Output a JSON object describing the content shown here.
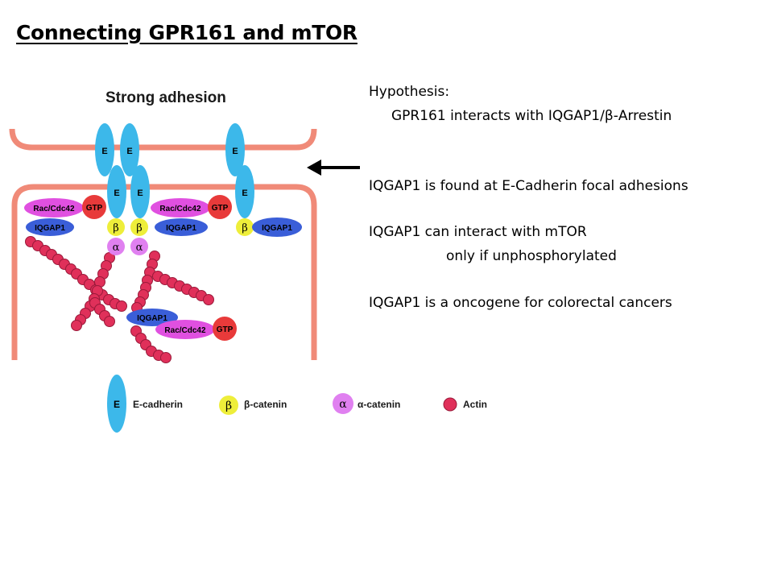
{
  "slide": {
    "title": "Connecting GPR161 and mTOR"
  },
  "diagram": {
    "heading": "Strong adhesion",
    "labels": {
      "ecad": "E",
      "beta": "β",
      "alpha": "α",
      "iqgap1": "IQGAP1",
      "rac": "Rac/Cdc42",
      "gtp": "GTP"
    },
    "colors": {
      "membrane": "#f08a78",
      "ecadherin": "#3cb8ea",
      "beta_catenin": "#eeee3a",
      "alpha_catenin": "#e080f0",
      "iqgap1": "#3a5ed8",
      "rac": "#e050e0",
      "gtp": "#e83a3a",
      "actin": "#e0305a"
    }
  },
  "legend": {
    "ecad_symbol": "E",
    "ecad_label": "E-cadherin",
    "beta_symbol": "β",
    "beta_label": "β-catenin",
    "alpha_symbol": "α",
    "alpha_label": "α-catenin",
    "actin_label": "Actin"
  },
  "text": {
    "hypothesis_label": "Hypothesis:",
    "hypothesis_statement": "GPR161 interacts with IQGAP1/β-Arrestin",
    "fact1": "IQGAP1 is found at E-Cadherin focal adhesions",
    "fact2": "IQGAP1 can interact with mTOR",
    "fact2_sub": "only if unphosphorylated",
    "fact3": "IQGAP1 is a oncogene for colorectal cancers"
  }
}
